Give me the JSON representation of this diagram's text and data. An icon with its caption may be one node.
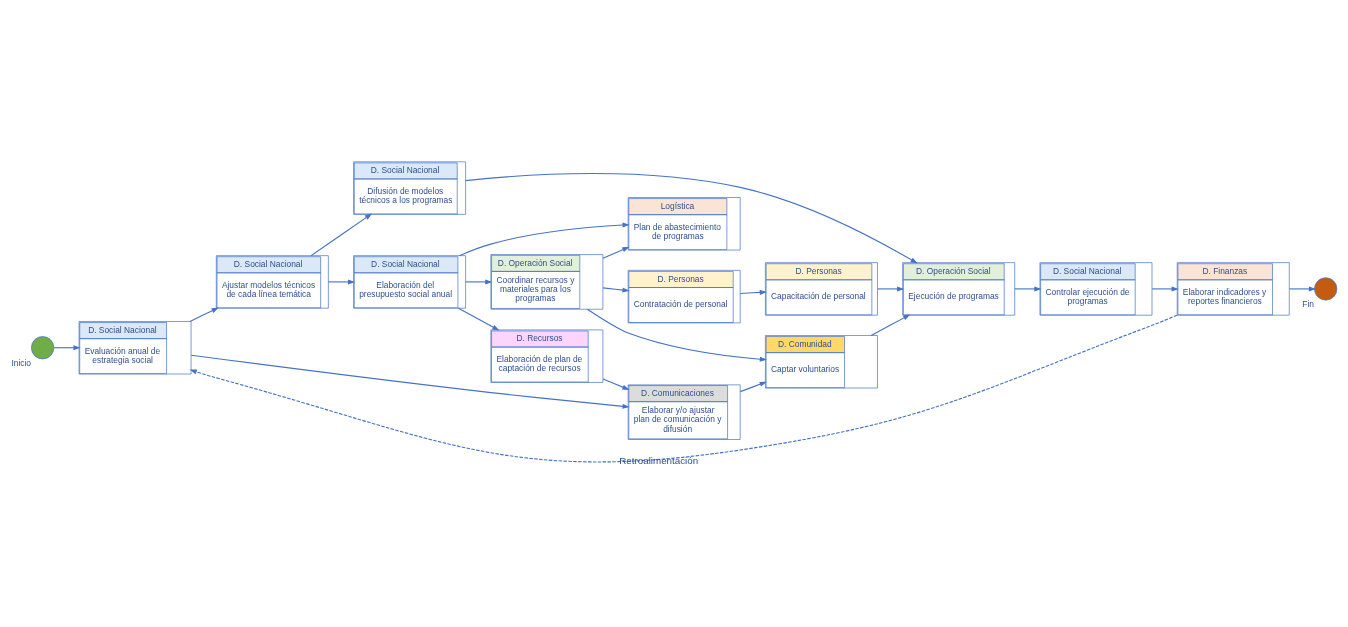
{
  "diagram": {
    "nodes": [
      {
        "text": [],
        "shape": "circle",
        "beside": [
          "Inicio"
        ]
      },
      {
        "text": [
          "D. Social Nacional",
          "Evaluación anual de estrategia social"
        ]
      },
      {
        "text": [
          "D. Social Nacional",
          "Ajustar modelos técnicos de cada línea temática"
        ]
      },
      {
        "text": [
          "D. Social Nacional",
          "Elaboración del presupuesto social anual"
        ]
      },
      {
        "text": [
          "Logística",
          "Plan de abastecimiento de programas"
        ]
      },
      {
        "text": [
          "D. Operación Social",
          "Coordinar recursos y materiales para los programas"
        ]
      },
      {
        "text": [
          "D. Social Nacional",
          "Difusión de modelos técnicos a los programas"
        ]
      },
      {
        "text": [
          "D. Comunicaciones",
          "Elaborar y/o ajustar plan de comunicación y difusión"
        ]
      },
      {
        "text": [
          "D. Recursos",
          "Elaboración de plan de captación de recursos"
        ]
      },
      {
        "text": [
          "D. Personas",
          "Contratación de personal"
        ]
      },
      {
        "text": [
          "D. Operación Social",
          "Ejecución de programas"
        ]
      },
      {
        "text": [
          "D. Social Nacional",
          "Controlar ejecución de programas"
        ]
      },
      {
        "text": [
          "D. Personas",
          "Capacitación de personal"
        ]
      },
      {
        "text": [
          "D. Finanzas",
          "Elaborar indicadores y reportes financieros"
        ]
      },
      {
        "text": [
          "D. Comunidad",
          "Captar voluntarios"
        ]
      },
      {
        "text": [],
        "shape": "circle",
        "beside": [
          "Fin"
        ]
      }
    ],
    "edges": [
      {
        "from": 0,
        "to": 1,
        "arrow": "to"
      },
      {
        "from": 1,
        "to": 2,
        "arrow": "to"
      },
      {
        "from": 2,
        "to": 3,
        "arrow": "to"
      },
      {
        "from": 3,
        "to": 5,
        "arrow": "to"
      },
      {
        "from": 2,
        "to": 6,
        "arrow": "to"
      },
      {
        "from": 3,
        "to": 4,
        "arrow": "to"
      },
      {
        "from": 5,
        "to": 4,
        "arrow": "to"
      },
      {
        "from": 1,
        "to": 7,
        "arrow": "to"
      },
      {
        "from": 3,
        "to": 8,
        "arrow": "to"
      },
      {
        "from": 8,
        "to": 7,
        "arrow": "to"
      },
      {
        "from": 5,
        "to": 9,
        "arrow": "to"
      },
      {
        "from": 5,
        "to": 14,
        "arrow": "to"
      },
      {
        "from": 7,
        "to": 14,
        "arrow": "to"
      },
      {
        "from": 9,
        "to": 12,
        "arrow": "to"
      },
      {
        "from": 6,
        "to": 10,
        "arrow": "to"
      },
      {
        "from": 12,
        "to": 10,
        "arrow": "to"
      },
      {
        "from": 14,
        "to": 10,
        "arrow": "to"
      },
      {
        "from": 10,
        "to": 11,
        "arrow": "to"
      },
      {
        "from": 11,
        "to": 13,
        "arrow": "to"
      },
      {
        "from": 13,
        "to": 15,
        "arrow": "to"
      },
      {
        "from": 13,
        "to": 1,
        "arrow": "to",
        "style": "dashed",
        "label": "Retroalimentación"
      }
    ]
  }
}
